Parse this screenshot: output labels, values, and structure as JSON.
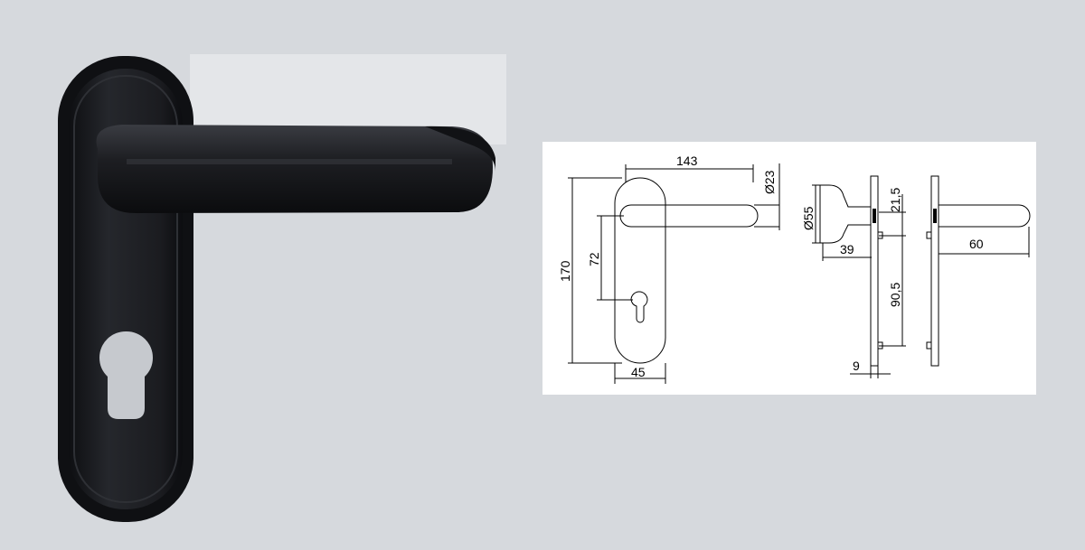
{
  "photo": {
    "subject": "black door handle on backplate with euro profile cylinder cut-out",
    "handle_color": "#1c1d21",
    "background_color": "#d6d9dd"
  },
  "drawing": {
    "dims": {
      "handle_length": "143",
      "handle_diameter": "Ø23",
      "plate_height": "170",
      "handle_to_keyhole": "72",
      "plate_width": "45",
      "rosette_diameter": "Ø55",
      "offset_top": "21,5",
      "projection": "39",
      "fixing_distance": "90,5",
      "plate_thickness": "9",
      "lever_projection": "60"
    }
  }
}
